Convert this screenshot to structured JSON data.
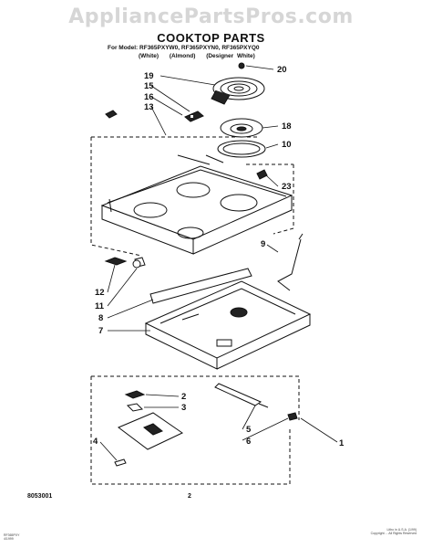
{
  "watermark": "AppliancePartsPros.com",
  "title": "COOKTOP PARTS",
  "model_line": "For Model: RF365PXYW0, RF365PXYN0, RF365PXYQ0",
  "finishes": [
    "(White)",
    "(Almond)",
    "(Designer White)"
  ],
  "callouts": [
    "19",
    "15",
    "16",
    "13",
    "20",
    "18",
    "10",
    "23",
    "9",
    "12",
    "11",
    "8",
    "7",
    "2",
    "3",
    "5",
    "6",
    "1",
    "4"
  ],
  "document_number": "8053001",
  "page_number": "2",
  "fine_print_left": [
    "RF365PXY",
    "4/1999"
  ],
  "fine_print_right": [
    "Litho in U.S.A. (1/99)",
    "Copyright ... All Rights Reserved"
  ]
}
